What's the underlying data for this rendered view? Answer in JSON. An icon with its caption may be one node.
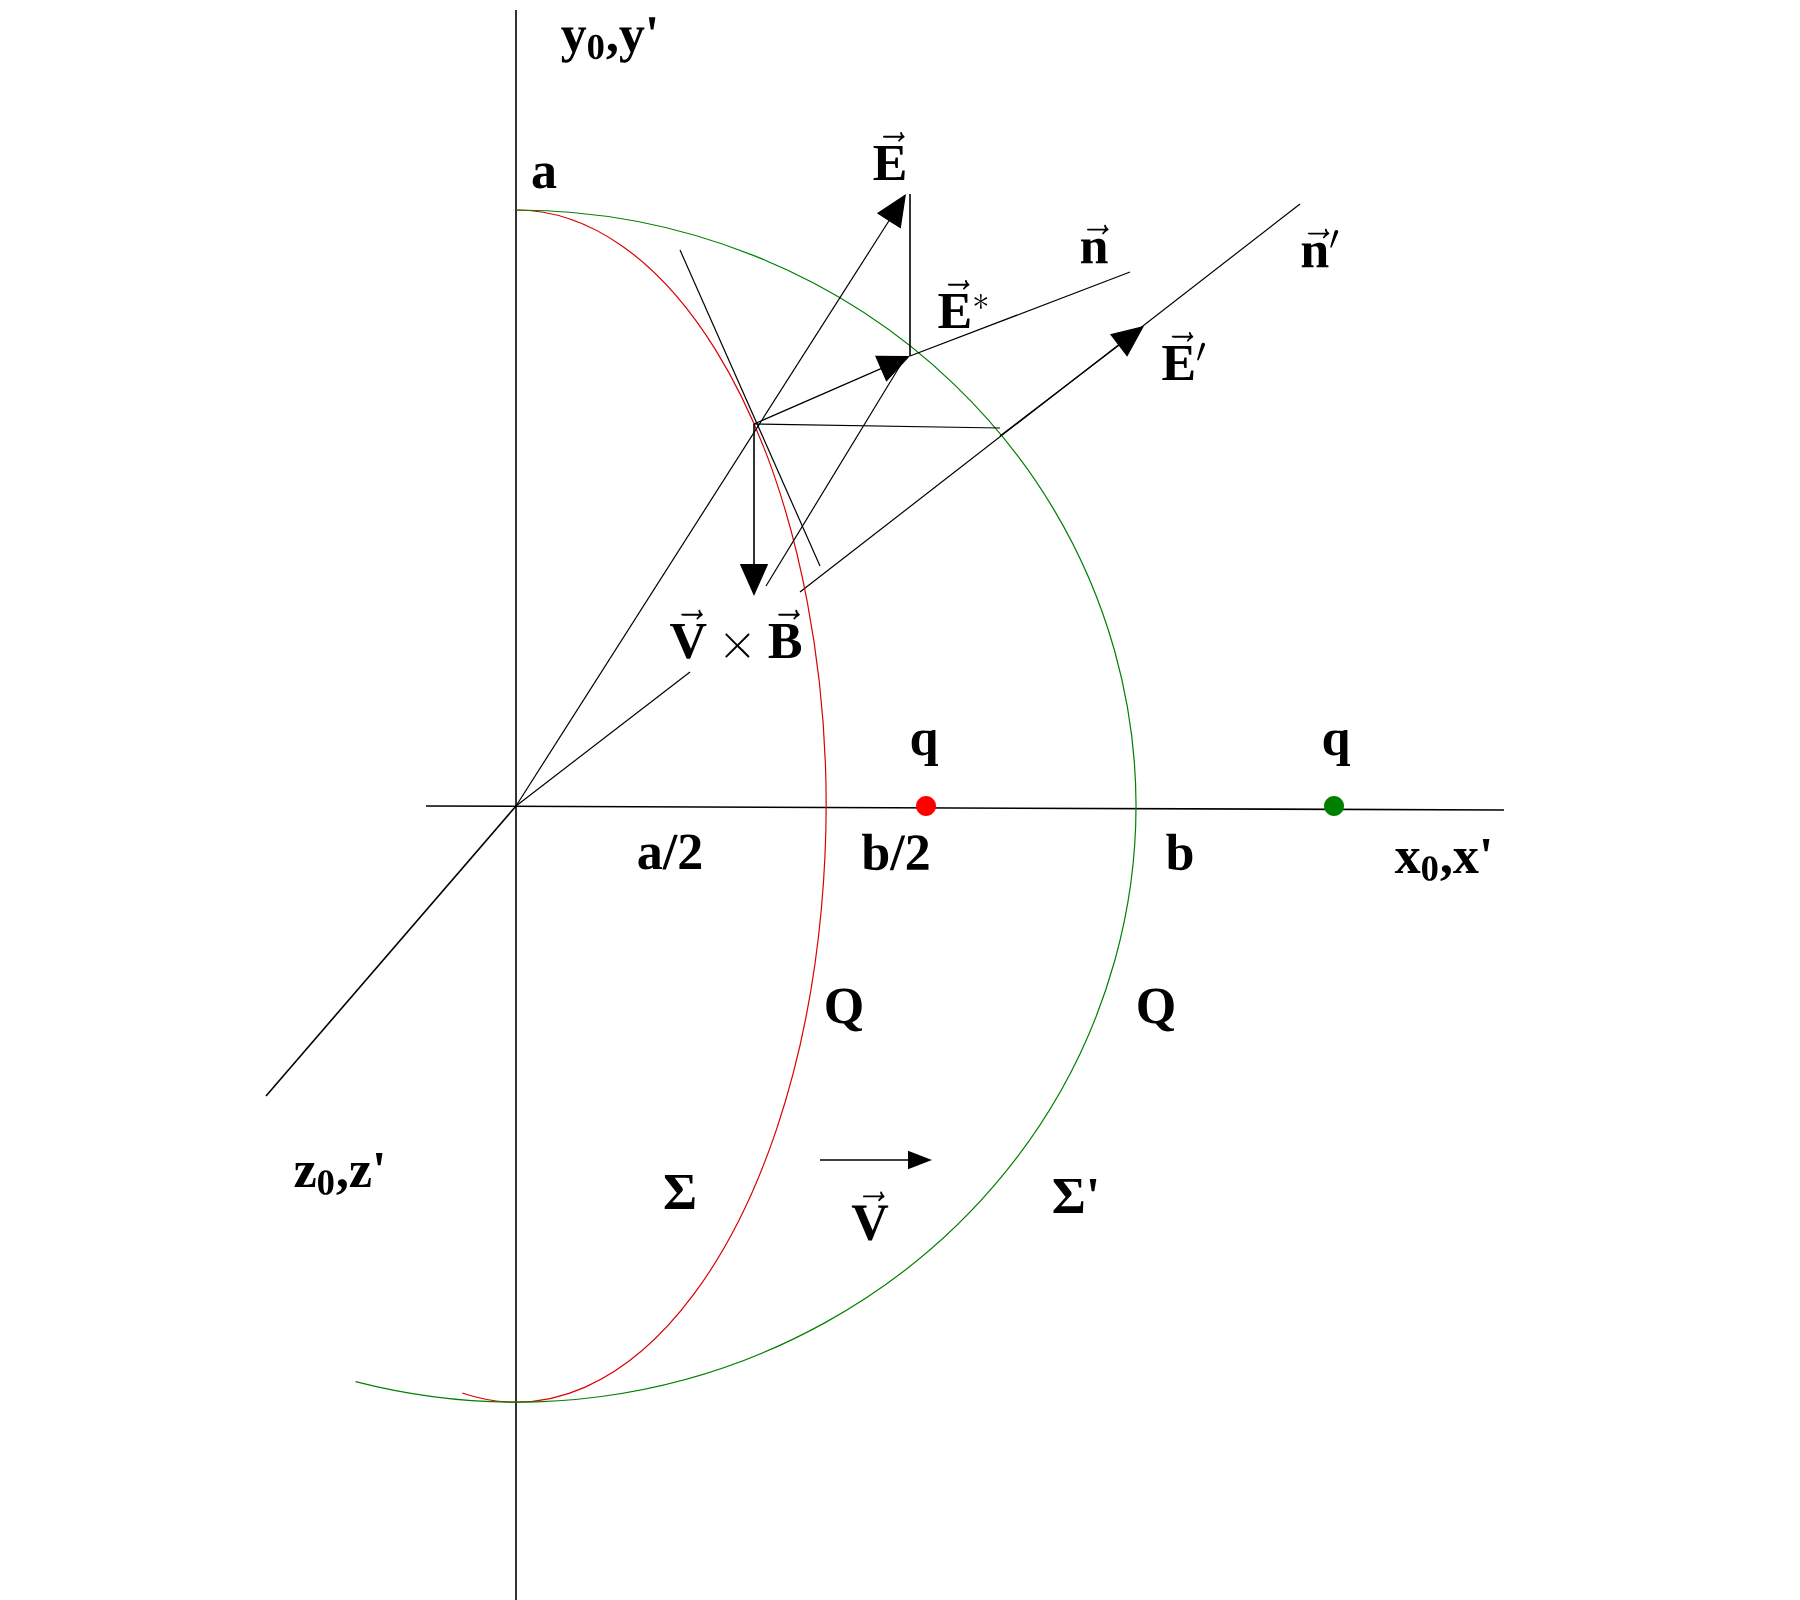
{
  "diagram": {
    "labels": [
      "y$_{0}$,y'",
      "a",
      "\\vec{\\mathbf{E}}",
      "\\vec{\\mathbf{E}}^{*}",
      "\\vec{\\mathbf{n}}",
      "\\vec{\\mathbf{n}}'",
      "\\vec{\\mathbf{E}}'",
      "\\vec{\\mathbf{V}}\\times\\vec{\\mathbf{B}}",
      "q",
      "q",
      "a/2",
      "b/2",
      "b",
      "x$_{0}$,x'",
      "Q",
      "Q",
      "z$_{0}$,z'",
      "Σ",
      "\\vec{\\mathbf{V}}",
      "Σ'"
    ]
  }
}
